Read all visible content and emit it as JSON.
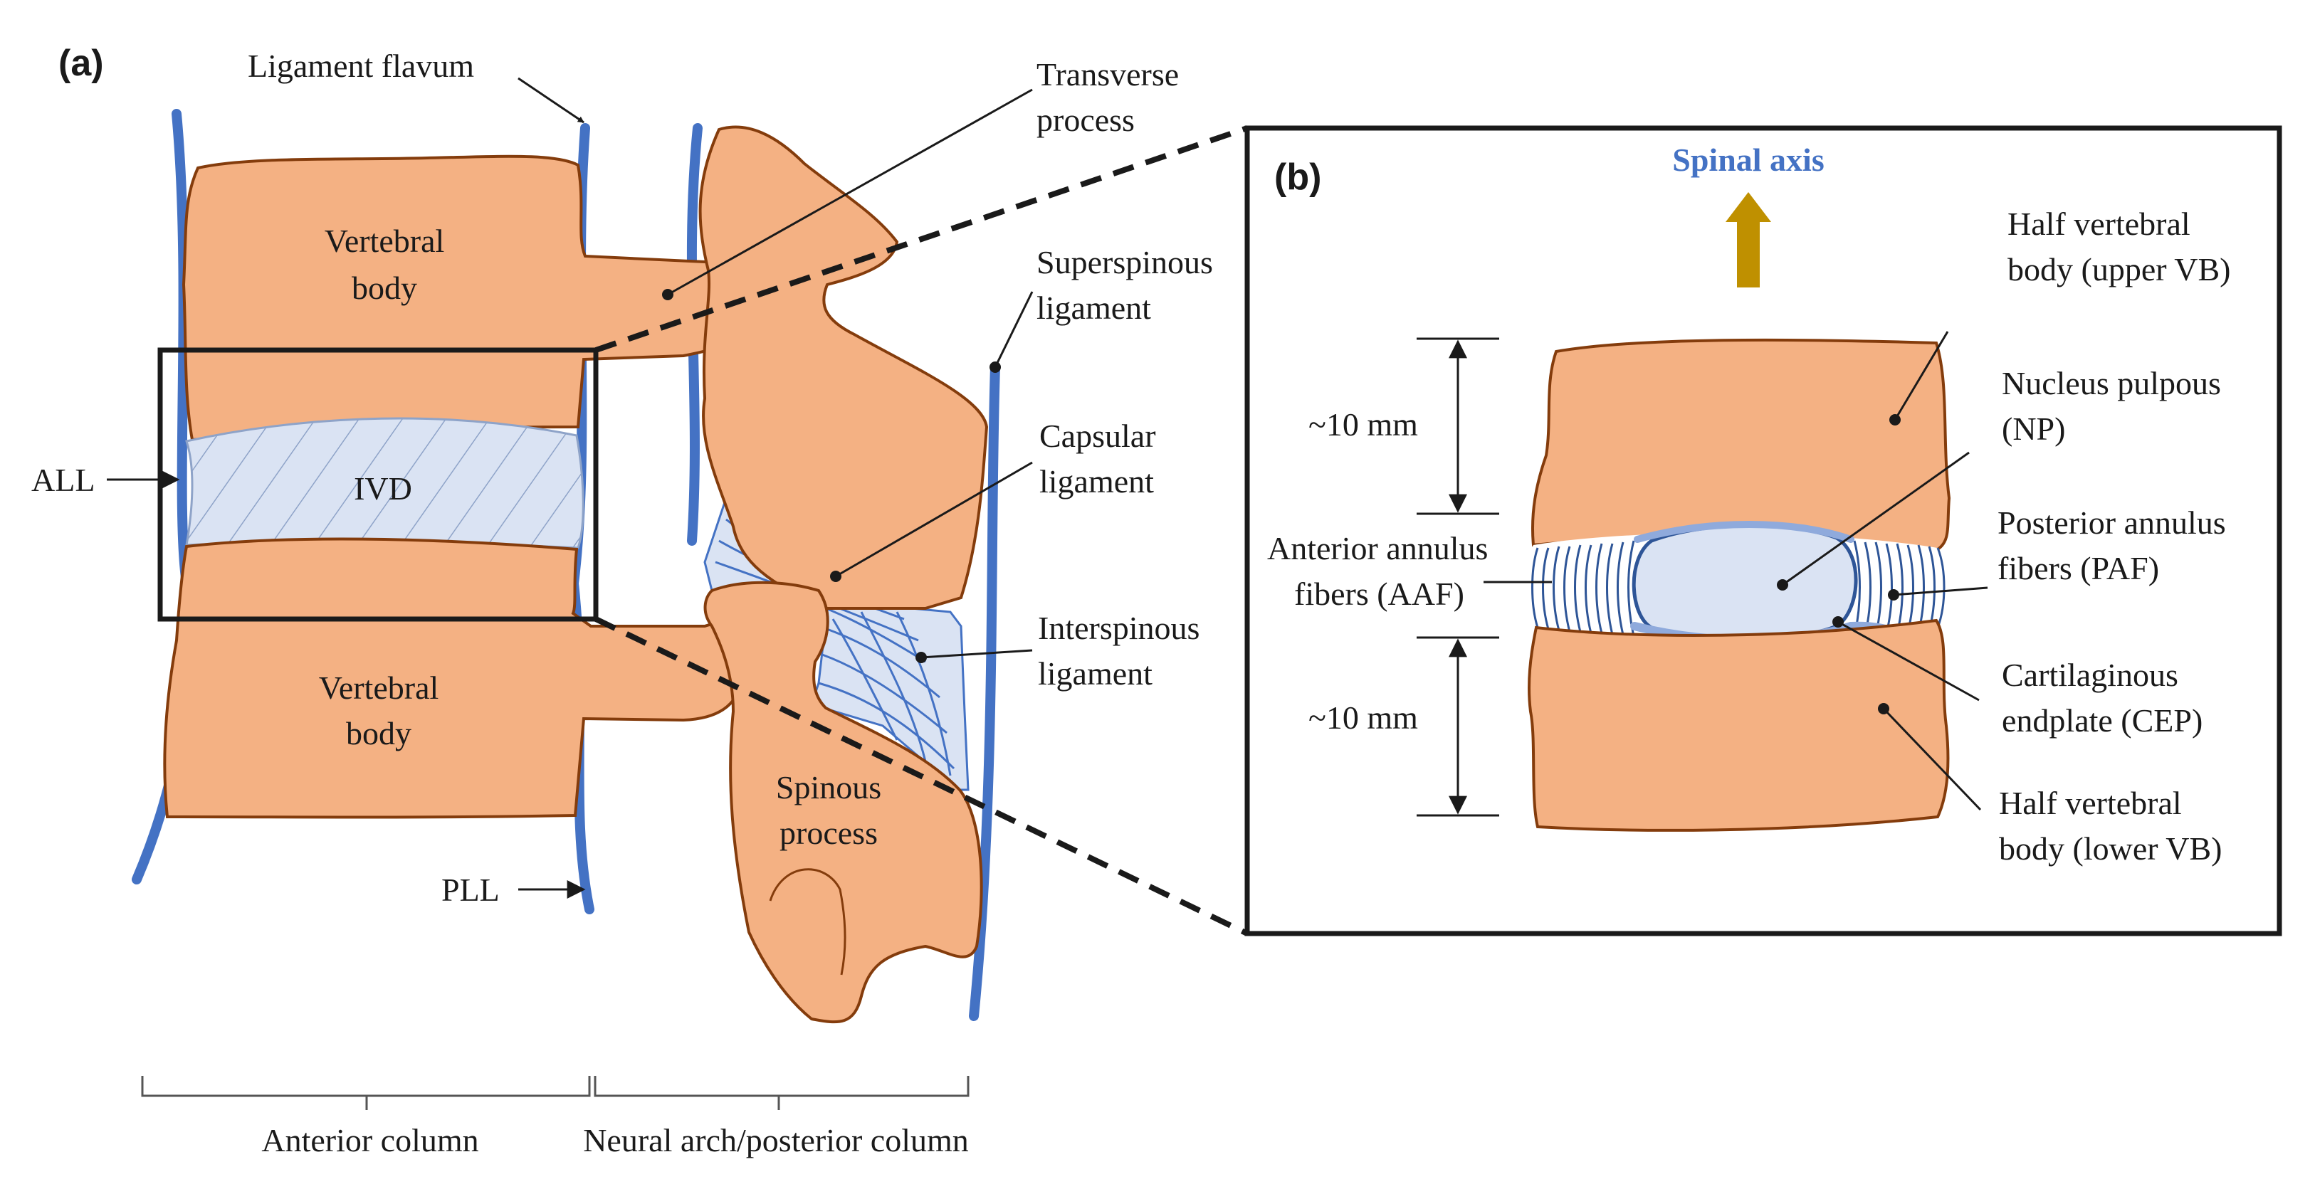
{
  "panels": {
    "a": "(a)",
    "b": "(b)"
  },
  "labels_a": {
    "ligament_flavum": "Ligament flavum",
    "transverse_process_1": "Transverse",
    "transverse_process_2": "process",
    "vertebral_body_upper_1": "Vertebral",
    "vertebral_body_upper_2": "body",
    "vertebral_body_lower_1": "Vertebral",
    "vertebral_body_lower_2": "body",
    "superspinous_1": "Superspinous",
    "superspinous_2": "ligament",
    "capsular_1": "Capsular",
    "capsular_2": "ligament",
    "interspinous_1": "Interspinous",
    "interspinous_2": "ligament",
    "spinous_1": "Spinous",
    "spinous_2": "process",
    "all": "ALL",
    "ivd": "IVD",
    "pll": "PLL",
    "anterior_column": "Anterior column",
    "posterior_column": "Neural arch/posterior column"
  },
  "labels_b": {
    "spinal_axis": "Spinal axis",
    "dim_upper": "~10 mm",
    "dim_lower": "~10 mm",
    "upper_vb_1": "Half vertebral",
    "upper_vb_2": "body (upper VB)",
    "np_1": "Nucleus pulpous",
    "np_2": "(NP)",
    "aaf_1": "Anterior annulus",
    "aaf_2": "fibers (AAF)",
    "paf_1": "Posterior annulus",
    "paf_2": "fibers (PAF)",
    "cep_1": "Cartilaginous",
    "cep_2": "endplate (CEP)",
    "lower_vb_1": "Half vertebral",
    "lower_vb_2": "body (lower VB)"
  },
  "colors": {
    "bone": "#f4b183",
    "bone_outline": "#843c0c",
    "ligament": "#4472c4",
    "disc": "#dae3f3",
    "axis_arrow": "#bf9000",
    "ink": "#1a1a1a"
  }
}
